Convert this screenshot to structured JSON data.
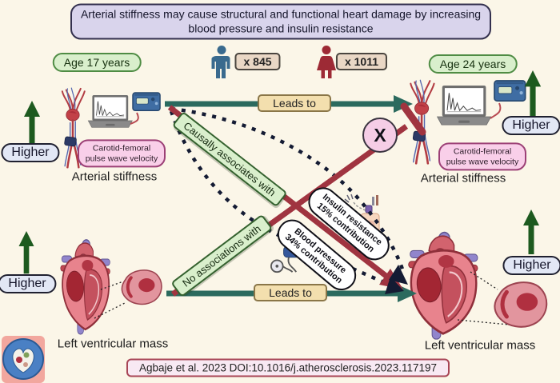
{
  "title": "Arterial stiffness may cause structural and functional heart damage by increasing blood pressure and insulin resistance",
  "cohort": {
    "age_start": "Age 17 years",
    "age_end": "Age 24 years",
    "males": "x 845",
    "females": "x 1011"
  },
  "relations": {
    "leads_to": "Leads to",
    "causal": "Causally associates with",
    "none": "No associations with",
    "blocked": "X"
  },
  "mediators": {
    "insulin_line1": "Insulin resistance",
    "insulin_line2": "15% contribution",
    "bp_line1": "Blood pressure",
    "bp_line2": "34% contribution"
  },
  "measures": {
    "pwv": "Carotid-femoral pulse wave velocity",
    "arterial_stiffness": "Arterial stiffness",
    "lv_mass": "Left ventricular mass",
    "higher": "Higher"
  },
  "citation": "Agbaje et al. 2023 DOI:10.1016/j.atherosclerosis.2023.117197",
  "colors": {
    "background": "#fbf6e8",
    "teal_arrow": "#2b6a5e",
    "maroon_arrow": "#a03440",
    "navy_dash": "#141b33",
    "green_label_bg": "#d9efcc",
    "lavender_title_bg": "#d9d4ec",
    "pink_measure_bg": "#f9cfe9",
    "tan_box_bg": "#f3dfae",
    "higher_pill_bg": "#e2e7f5",
    "x_circle_bg": "#f5cde6",
    "male_icon": "#3a6a8e",
    "female_icon": "#9d2a35",
    "green_up_arrow": "#1d5a1f"
  }
}
